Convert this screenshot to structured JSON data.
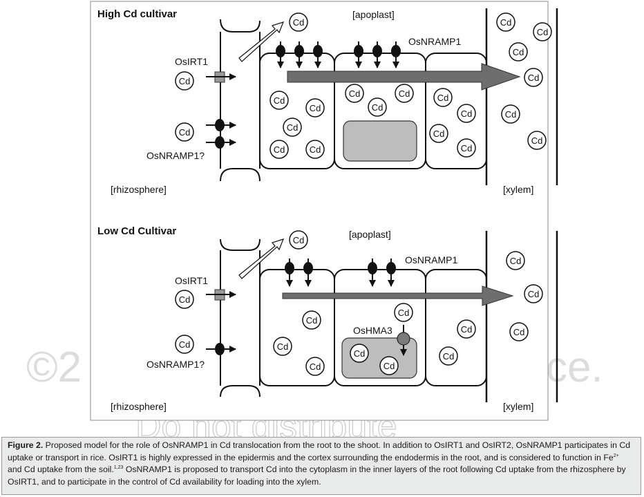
{
  "panels": {
    "high": {
      "title": "High Cd cultivar",
      "apoplast": "[apoplast]",
      "transporter_top": "OsNRAMP1",
      "irt_label": "OsIRT1",
      "nramp_q": "OsNRAMP1?",
      "rhizosphere": "[rhizosphere]",
      "xylem": "[xylem]"
    },
    "low": {
      "title": "Low Cd Cultivar",
      "apoplast": "[apoplast]",
      "transporter_top": "OsNRAMP1",
      "irt_label": "OsIRT1",
      "nramp_q": "OsNRAMP1?",
      "vacuole_transporter": "OsHMA3",
      "rhizosphere": "[rhizosphere]",
      "xylem": "[xylem]"
    }
  },
  "ion_label": "Cd",
  "watermark": {
    "copyright": "©2",
    "tail": "ce.",
    "bottom": "Do not distribute"
  },
  "caption": {
    "label": "Figure 2.",
    "text_a": " Proposed model for the role of OsNRAMP1 in Cd translocation from the root to the shoot. In addition to OsIRT1 and OsIRT2, OsNRAMP1 participates in Cd uptake or transport in rice. OsIRT1 is highly expressed in the epidermis and the cortex surrounding the endodermis in the root, and is considered to function in Fe",
    "sup_fe": "2+",
    "text_b": " and Cd uptake from the soil.",
    "sup_ref": "1,23",
    "text_c": " OsNRAMP1 is proposed to transport Cd into the cytoplasm in the inner layers of the root following Cd uptake from the rhizosphere by OsIRT1, and to participate in the control of Cd availability for loading into the xylem."
  }
}
